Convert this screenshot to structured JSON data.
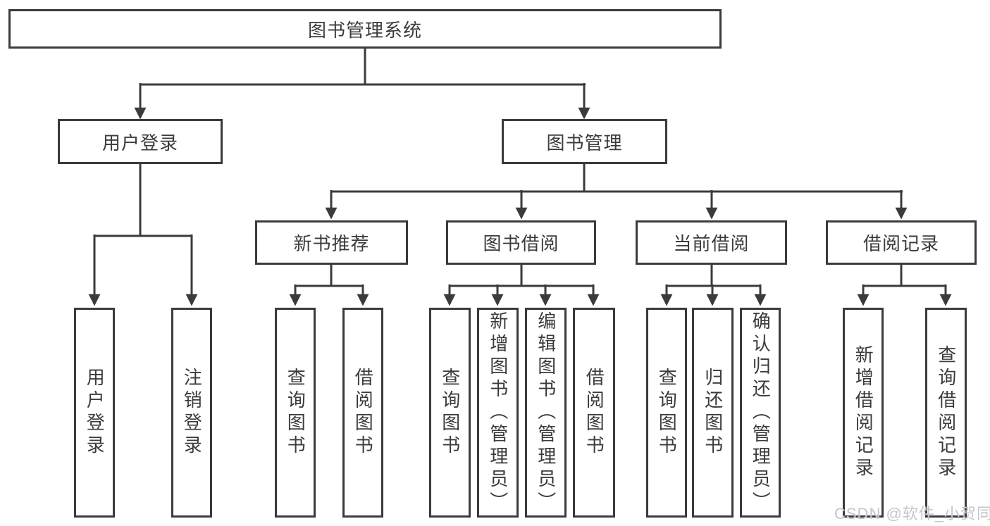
{
  "title": {
    "label": "图书管理系统"
  },
  "level1": {
    "user_login": "用户登录",
    "book_mgmt": "图书管理"
  },
  "level2": {
    "new_book": "新书推荐",
    "book_borrow": "图书借阅",
    "current_borrow": "当前借阅",
    "borrow_record": "借阅记录"
  },
  "leaves": {
    "user_login": "用户登录",
    "logout": "注销登录",
    "nb_query": "查询图书",
    "nb_borrow": "借阅图书",
    "bb_query": "查询图书",
    "bb_add": "新增图书（管理员）",
    "bb_edit": "编辑图书（管理员）",
    "bb_borrow": "借阅图书",
    "cb_query": "查询图书",
    "cb_return": "归还图书",
    "cb_confirm": "确认归还（管理员）",
    "br_add": "新增借阅记录",
    "br_query": "查询借阅记录"
  },
  "watermark": "CSDN @软件_小贺同学",
  "colors": {
    "line": "#3b3b3b",
    "text": "#3b3b3b",
    "box_background": "#ffffff",
    "watermark": "#c6c6c6"
  }
}
